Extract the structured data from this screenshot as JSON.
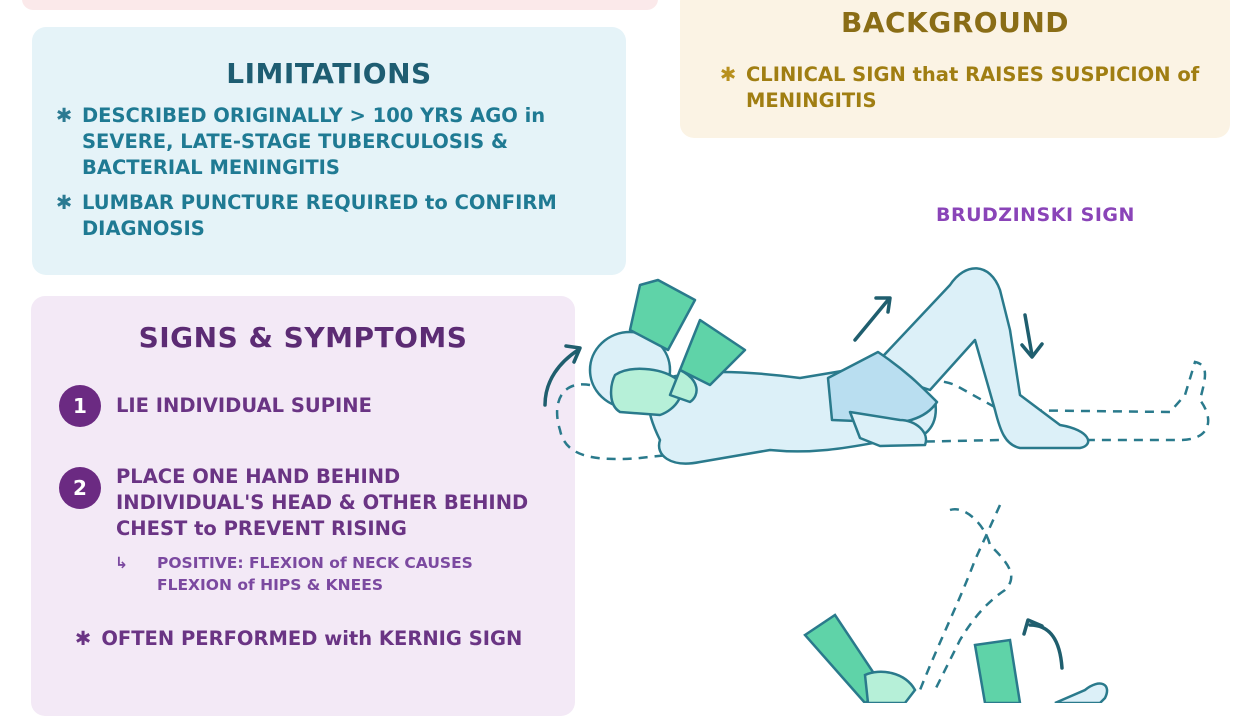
{
  "limitations": {
    "title": "LIMITATIONS",
    "bullets": [
      "DESCRIBED ORIGINALLY > 100 YRS AGO in SEVERE, LATE-STAGE TUBERCULOSIS & BACTERIAL MENINGITIS",
      "LUMBAR PUNCTURE REQUIRED to CONFIRM DIAGNOSIS"
    ]
  },
  "background": {
    "title": "BACKGROUND",
    "bullets": [
      "CLINICAL SIGN that RAISES SUSPICION of MENINGITIS"
    ]
  },
  "signs": {
    "title": "SIGNS & SYMPTOMS",
    "steps": [
      {
        "num": "1",
        "text": "LIE INDIVIDUAL SUPINE"
      },
      {
        "num": "2",
        "text": "PLACE ONE HAND BEHIND INDIVIDUAL'S HEAD & OTHER BEHIND CHEST to PREVENT RISING"
      }
    ],
    "positive": "POSITIVE: FLEXION of NECK CAUSES FLEXION of HIPS & KNEES",
    "note": "OFTEN PERFORMED with KERNIG SIGN"
  },
  "illustration": {
    "label": "BRUDZINSKI SIGN"
  },
  "colors": {
    "limitations_bg": "#e5f3f8",
    "background_bg": "#fbf3e4",
    "signs_bg": "#f3e9f6",
    "glove_green": "#5fd3a8",
    "body_blue": "#dcf0f8",
    "outline_teal": "#2a7a8c"
  }
}
